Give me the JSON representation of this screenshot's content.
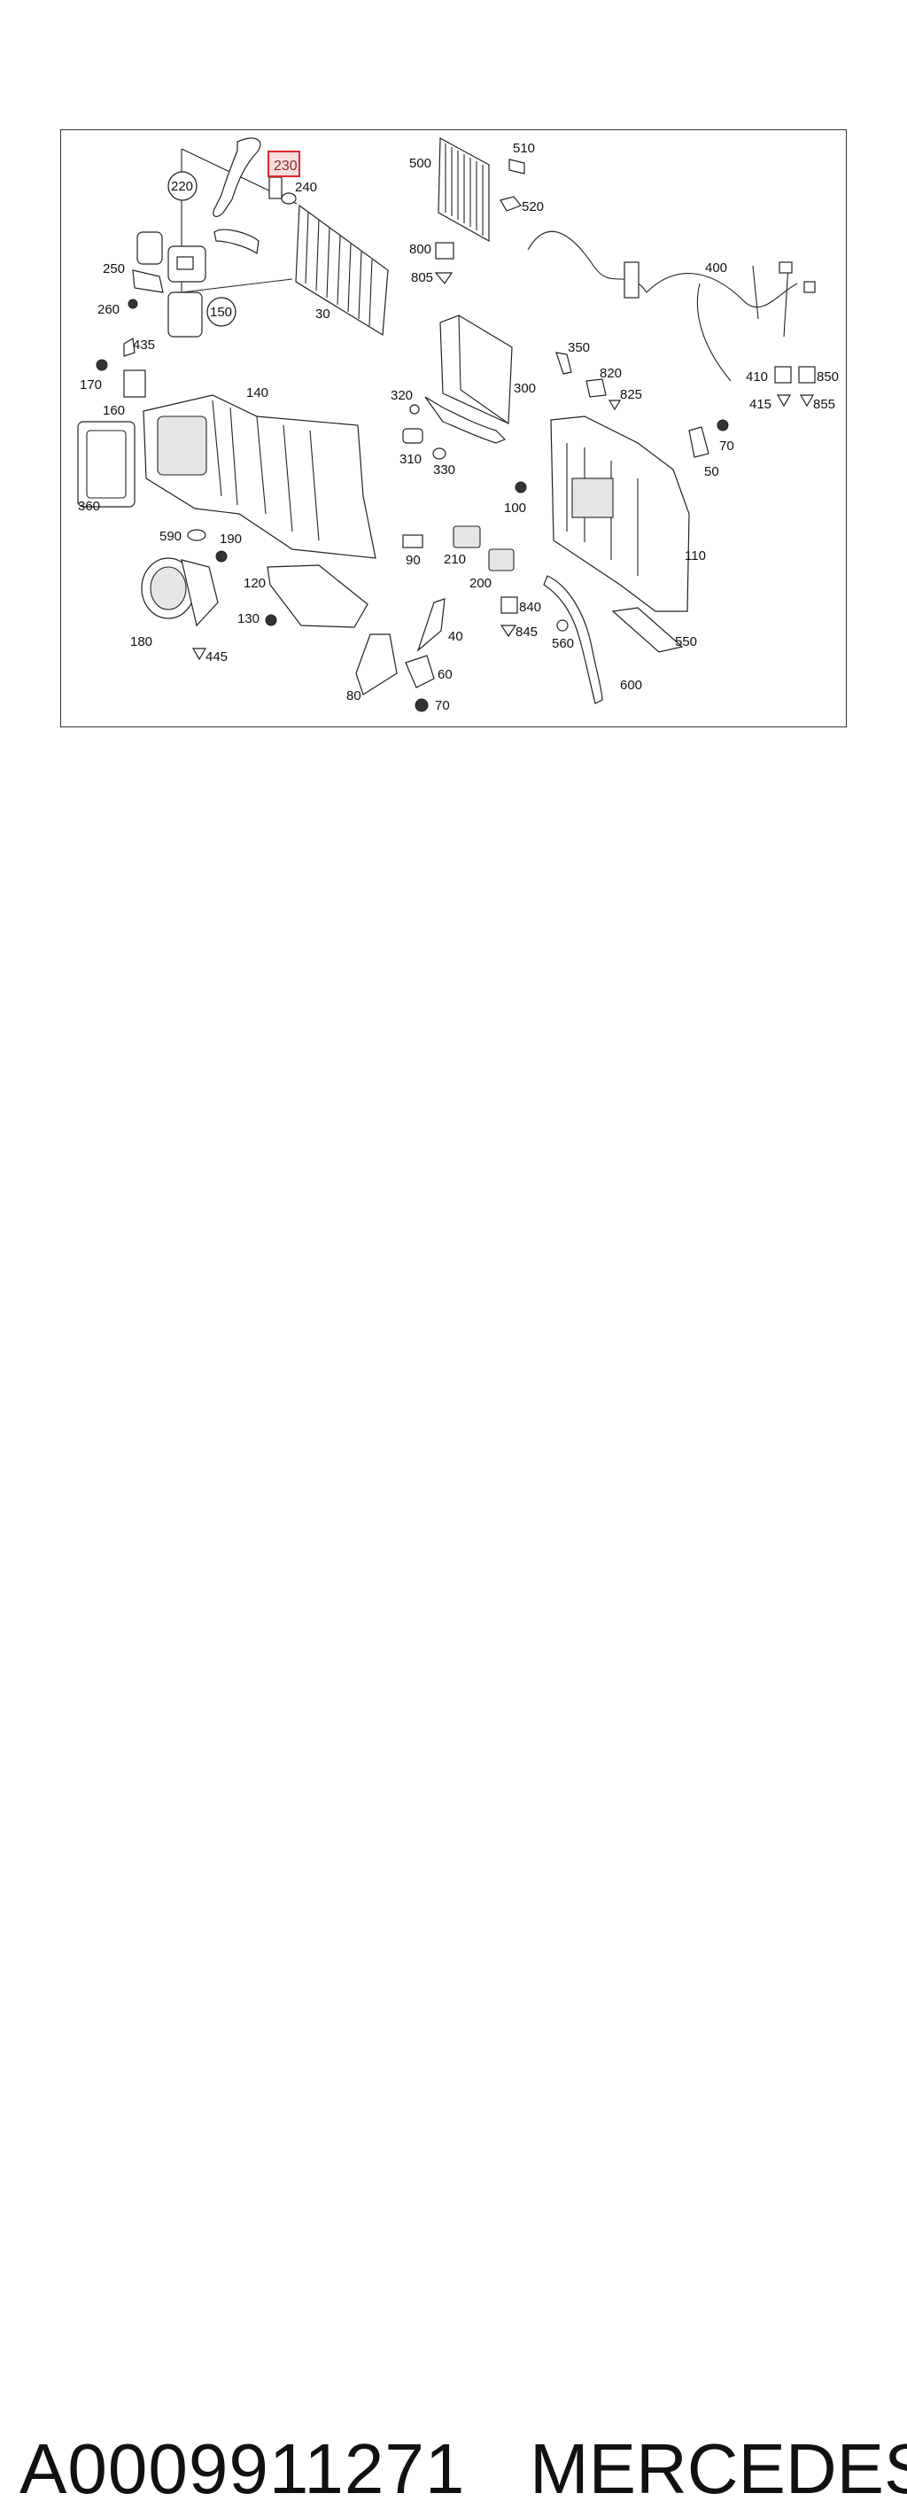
{
  "diagram": {
    "highlighted_part": "230",
    "labels": [
      {
        "id": "l220",
        "text": "220"
      },
      {
        "id": "l230",
        "text": "230"
      },
      {
        "id": "l240",
        "text": "240"
      },
      {
        "id": "l250",
        "text": "250"
      },
      {
        "id": "l260",
        "text": "260"
      },
      {
        "id": "l150",
        "text": "150"
      },
      {
        "id": "l30",
        "text": "30"
      },
      {
        "id": "l500",
        "text": "500"
      },
      {
        "id": "l510",
        "text": "510"
      },
      {
        "id": "l520",
        "text": "520"
      },
      {
        "id": "l800",
        "text": "800"
      },
      {
        "id": "l805",
        "text": "805"
      },
      {
        "id": "l400",
        "text": "400"
      },
      {
        "id": "l435",
        "text": "435"
      },
      {
        "id": "l170",
        "text": "170"
      },
      {
        "id": "l160",
        "text": "160"
      },
      {
        "id": "l140",
        "text": "140"
      },
      {
        "id": "l320",
        "text": "320"
      },
      {
        "id": "l300",
        "text": "300"
      },
      {
        "id": "l350",
        "text": "350"
      },
      {
        "id": "l820",
        "text": "820"
      },
      {
        "id": "l825",
        "text": "825"
      },
      {
        "id": "l410",
        "text": "410"
      },
      {
        "id": "l850",
        "text": "850"
      },
      {
        "id": "l415",
        "text": "415"
      },
      {
        "id": "l855",
        "text": "855"
      },
      {
        "id": "l310",
        "text": "310"
      },
      {
        "id": "l330",
        "text": "330"
      },
      {
        "id": "l70a",
        "text": "70"
      },
      {
        "id": "l50",
        "text": "50"
      },
      {
        "id": "l360",
        "text": "360"
      },
      {
        "id": "l100",
        "text": "100"
      },
      {
        "id": "l590",
        "text": "590"
      },
      {
        "id": "l190",
        "text": "190"
      },
      {
        "id": "l90",
        "text": "90"
      },
      {
        "id": "l210",
        "text": "210"
      },
      {
        "id": "l110",
        "text": "110"
      },
      {
        "id": "l120",
        "text": "120"
      },
      {
        "id": "l200",
        "text": "200"
      },
      {
        "id": "l840",
        "text": "840"
      },
      {
        "id": "l130",
        "text": "130"
      },
      {
        "id": "l845",
        "text": "845"
      },
      {
        "id": "l560",
        "text": "560"
      },
      {
        "id": "l550",
        "text": "550"
      },
      {
        "id": "l180",
        "text": "180"
      },
      {
        "id": "l40",
        "text": "40"
      },
      {
        "id": "l445",
        "text": "445"
      },
      {
        "id": "l60",
        "text": "60"
      },
      {
        "id": "l600",
        "text": "600"
      },
      {
        "id": "l80",
        "text": "80"
      },
      {
        "id": "l70b",
        "text": "70"
      }
    ]
  },
  "caption": {
    "part_number": "A0009911271",
    "brand": "MERCEDES"
  },
  "colors": {
    "highlight": "#e0282c",
    "line": "#222222"
  }
}
